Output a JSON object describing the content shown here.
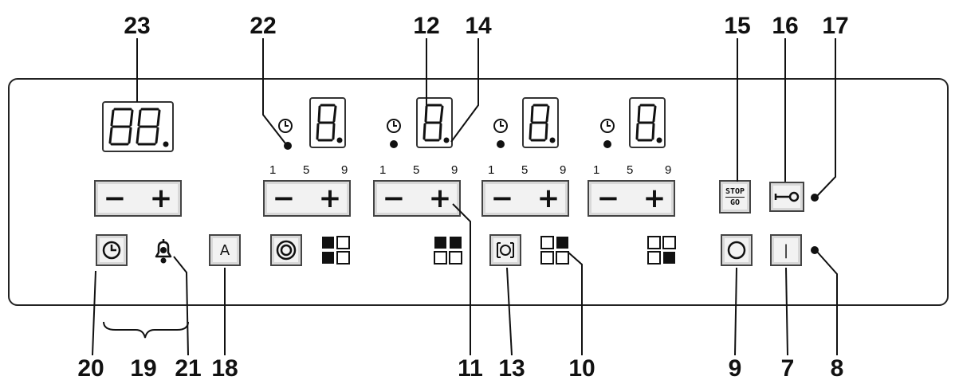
{
  "callouts": {
    "c23": "23",
    "c22": "22",
    "c12": "12",
    "c14": "14",
    "c15": "15",
    "c16": "16",
    "c17": "17",
    "c20": "20",
    "c19": "19",
    "c21": "21",
    "c18": "18",
    "c11": "11",
    "c13": "13",
    "c10": "10",
    "c9": "9",
    "c7": "7",
    "c8": "8"
  },
  "timer_display": {
    "digits": "88."
  },
  "zone_displays": [
    {
      "digit": "8."
    },
    {
      "digit": "8."
    },
    {
      "digit": "8."
    },
    {
      "digit": "8."
    }
  ],
  "power_scale": {
    "s1": "1",
    "s5": "5",
    "s9": "9"
  },
  "controls": {
    "minus_symbol": "−",
    "plus_symbol": "+",
    "auto_label": "A",
    "stop_label": "STOP",
    "go_label": "GO",
    "on_label": "|"
  },
  "icons": {
    "timer": "clock-icon",
    "alarm": "bell-icon",
    "dual_zone": "dual-ring-icon",
    "oval_zone": "oval-zone-icon",
    "off": "circle-icon",
    "lock": "key-icon",
    "zone_map": "zone-position-icon"
  }
}
